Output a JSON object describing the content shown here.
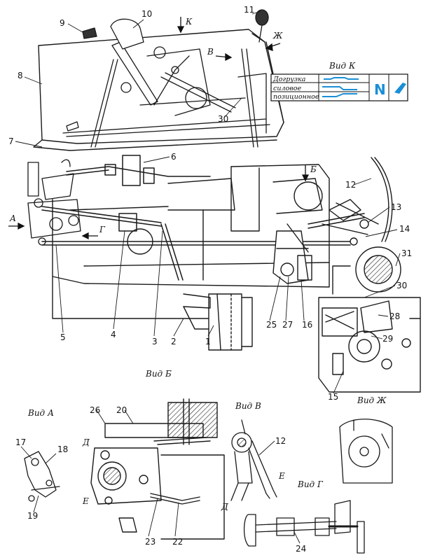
{
  "callouts": {
    "c1": "1",
    "c2": "2",
    "c3": "3",
    "c4": "4",
    "c5": "5",
    "c6": "6",
    "c7": "7",
    "c8": "8",
    "c9": "9",
    "c10": "10",
    "c11": "11",
    "c12": "12",
    "c12b": "12",
    "c13": "13",
    "c14": "14",
    "c15": "15",
    "c16": "16",
    "c17": "17",
    "c18": "18",
    "c19": "19",
    "c20": "20",
    "c22": "22",
    "c23": "23",
    "c24": "24",
    "c25": "25",
    "c26": "26",
    "c27": "27",
    "c28": "28",
    "c29": "29",
    "c30": "30",
    "c30b": "30",
    "c31": "31"
  },
  "arrows": {
    "A": "А",
    "B": "Б",
    "V": "В",
    "G": "Г",
    "Zh": "Ж",
    "K": "К",
    "D": "Д",
    "D2": "Д",
    "E": "Е",
    "E2": "Е"
  },
  "views": {
    "vid_k": "Вид К",
    "vid_b": "Вид Б",
    "vid_a": "Вид А",
    "vid_v": "Вид В",
    "vid_g": "Вид Г",
    "vid_zh": "Вид Ж"
  },
  "legend": {
    "row1": "Догрузка",
    "row2": "силовое",
    "row3": "позиционное",
    "neutral": "N"
  },
  "colors": {
    "ink": "#1a1a1a",
    "legend_accent": "#1a8fd6"
  }
}
